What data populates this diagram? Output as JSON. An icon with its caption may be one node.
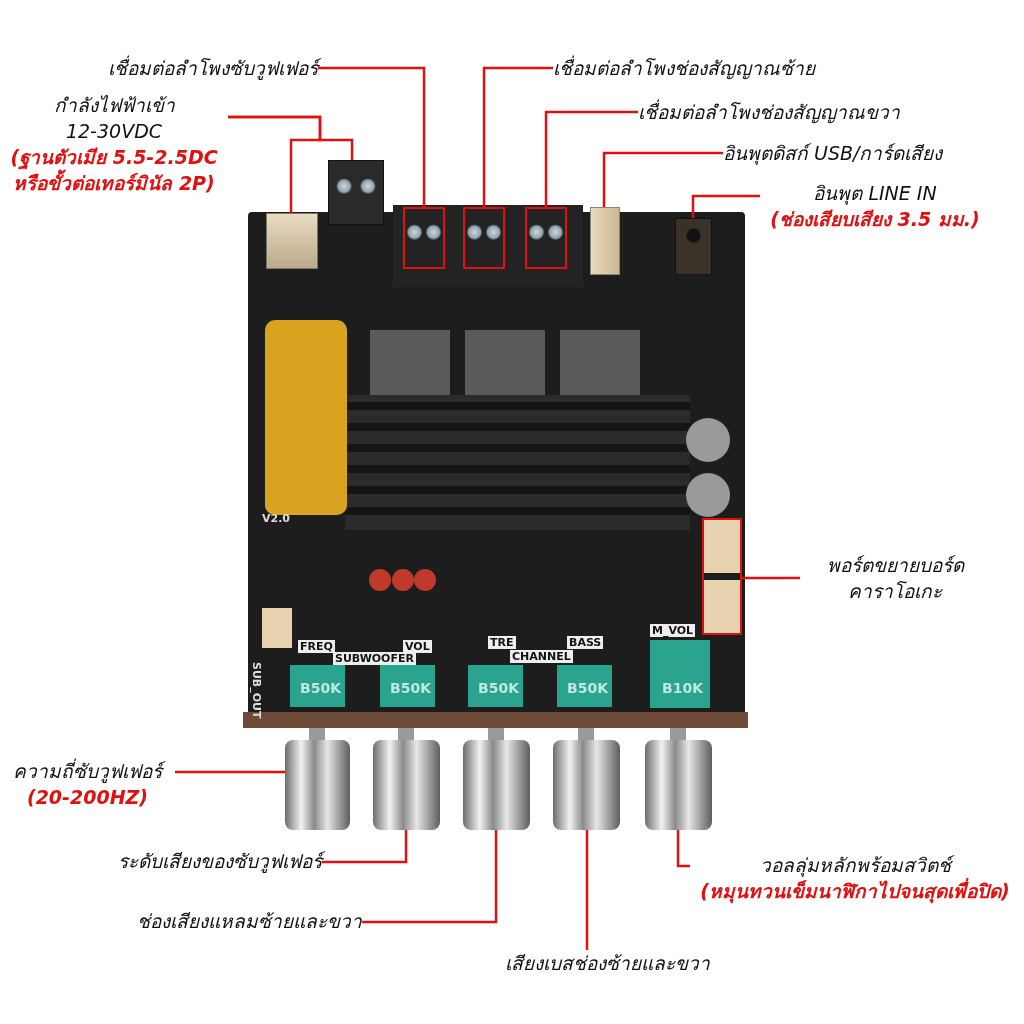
{
  "diagram": {
    "nodes": [
      {
        "text": [
          "เชื่อมต่อลำโพงซับวูฟเฟอร์"
        ]
      },
      {
        "text": [
          "กำลังไฟฟ้าเข้า 12-30VDC",
          "(ฐานตัวเมีย 5.5-2.5DC หรือขั้วต่อเทอร์มินัล 2P)"
        ]
      },
      {
        "text": [
          "เชื่อมต่อลำโพงช่องสัญญาณซ้าย"
        ]
      },
      {
        "text": [
          "เชื่อมต่อลำโพงช่องสัญญาณขวา"
        ]
      },
      {
        "text": [
          "อินพุตดิสก์ USB/การ์ดเสียง"
        ]
      },
      {
        "text": [
          "อินพุต LINE IN",
          "(ช่องเสียบเสียง 3.5 มม.)"
        ]
      },
      {
        "text": [
          "พอร์ตขยายบอร์ดคาราโอเกะ"
        ]
      },
      {
        "text": [
          "ความถี่ซับวูฟเฟอร์",
          "(20-200HZ)"
        ]
      },
      {
        "text": [
          "ระดับเสียงของซับวูฟเฟอร์"
        ]
      },
      {
        "text": [
          "ช่องเสียงแหลมซ้ายและขวา"
        ]
      },
      {
        "text": [
          "เสียงเบสช่องซ้ายและขวา"
        ]
      },
      {
        "text": [
          "วอลลุ่มหลักพร้อมสวิตช์",
          "(หมุนทวนเข็มนาฬิกาไปจนสุดเพื่อปิด)"
        ]
      },
      {
        "text": [],
        "shape": "box"
      },
      {
        "text": [],
        "shape": "box"
      },
      {
        "text": [],
        "shape": "box"
      },
      {
        "text": [],
        "shape": "box"
      },
      {
        "text": [],
        "shape": "box"
      },
      {
        "text": [],
        "shape": "box"
      },
      {
        "text": [],
        "shape": "box"
      },
      {
        "text": [],
        "shape": "box"
      },
      {
        "text": [],
        "shape": "cylinder"
      },
      {
        "text": [],
        "shape": "cylinder"
      },
      {
        "text": [],
        "shape": "cylinder"
      },
      {
        "text": [],
        "shape": "cylinder"
      },
      {
        "text": [],
        "shape": "cylinder"
      }
    ],
    "edges": [
      {
        "from": 0,
        "to": 12,
        "arrow": "none"
      },
      {
        "from": 1,
        "to": 13,
        "arrow": "none"
      },
      {
        "from": 1,
        "to": 14,
        "arrow": "none"
      },
      {
        "from": 2,
        "to": 15,
        "arrow": "none"
      },
      {
        "from": 3,
        "to": 16,
        "arrow": "none"
      },
      {
        "from": 4,
        "to": 17,
        "arrow": "none"
      },
      {
        "from": 5,
        "to": 18,
        "arrow": "none"
      },
      {
        "from": 6,
        "to": 19,
        "arrow": "none"
      },
      {
        "from": 7,
        "to": 20,
        "arrow": "none"
      },
      {
        "from": 8,
        "to": 21,
        "arrow": "none"
      },
      {
        "from": 9,
        "to": 22,
        "arrow": "none"
      },
      {
        "from": 10,
        "to": 23,
        "arrow": "none"
      },
      {
        "from": 11,
        "to": 24,
        "arrow": "none"
      }
    ],
    "labels": [
      "V2.0",
      "M_VOL",
      "FREQ",
      "TRE",
      "BASS",
      "VOL",
      "SUBWOOFER",
      "CHANNEL",
      "SUB_OUT",
      "B50K",
      "B50K",
      "B50K",
      "B50K",
      "B10K"
    ]
  }
}
